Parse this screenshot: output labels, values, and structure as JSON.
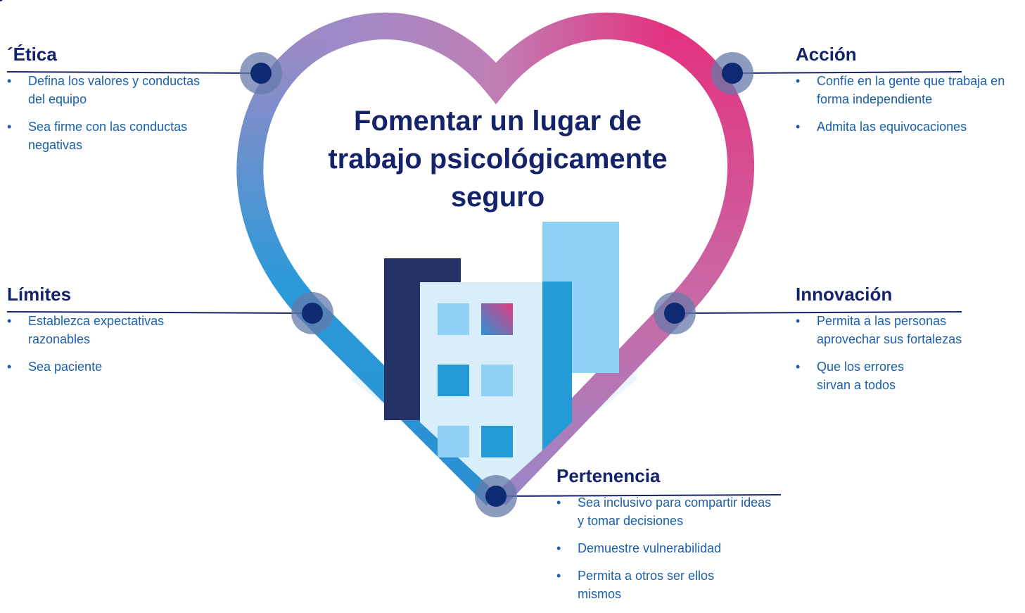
{
  "corner_fragment": "jo",
  "title_lines": [
    "Fomentar un lugar de",
    "trabajo psicológicamente",
    "seguro"
  ],
  "sections": {
    "etica": {
      "heading": "´Ética",
      "items": [
        "Defina los valores y conductas del equipo",
        "Sea firme con las conductas negativas"
      ]
    },
    "accion": {
      "heading": "Acción",
      "items": [
        "Confíe en la gente que trabaja en forma independiente",
        "Admita las equivocaciones"
      ]
    },
    "limites": {
      "heading": "Límites",
      "items": [
        "Establezca expectativas razonables",
        "Sea paciente"
      ]
    },
    "innovacion": {
      "heading": "Innovación",
      "items": [
        "Permita a las personas aprovechar sus fortalezas",
        "Que los errores sirvan a todos"
      ]
    },
    "pertenencia": {
      "heading": "Pertenencia",
      "items": [
        "Sea inclusivo para compartir ideas y tomar decisiones",
        "Demuestre vulnerabilidad",
        "Permita a otros ser ellos mismos"
      ]
    }
  },
  "colors": {
    "navy": "#15246a",
    "text_blue": "#1a5faa",
    "heart_purple": "#9a8ccd",
    "heart_pink": "#e6317d",
    "heart_blue": "#2b97d6"
  }
}
